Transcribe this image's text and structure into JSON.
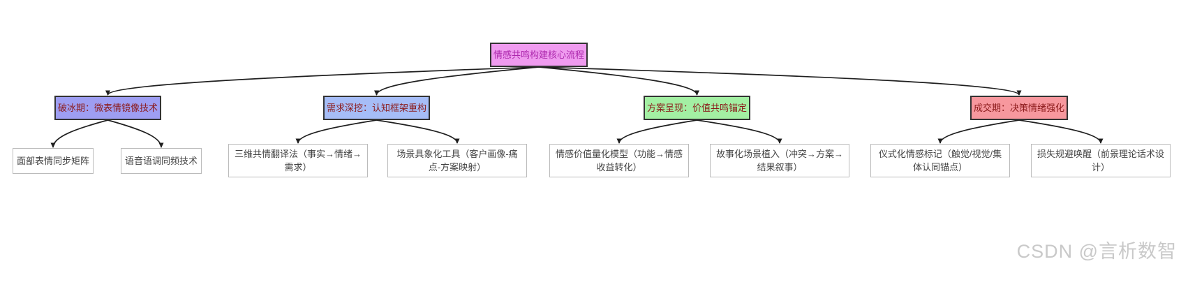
{
  "page": {
    "background": "#ffffff"
  },
  "edge_color": "#1f1f1f",
  "watermark": {
    "text": "CSDN @言析数智",
    "color": "#c9c9c9"
  },
  "tree": {
    "root": {
      "label": "情感共鸣构建核心流程",
      "bg": "#ef9bef",
      "border": "#333333",
      "text_color": "#ad28ad"
    },
    "phases": [
      {
        "label": "破冰期：微表情镜像技术",
        "bg": "#9e9ef2",
        "text_color": "#8b1a1a",
        "children": [
          {
            "label": "面部表情同步矩阵"
          },
          {
            "label": "语音语调同频技术"
          }
        ]
      },
      {
        "label": "需求深挖：认知框架重构",
        "bg": "#a6bdf7",
        "text_color": "#8b1a1a",
        "children": [
          {
            "label": "三维共情翻译法（事实→情绪→需求）"
          },
          {
            "label": "场景具象化工具（客户画像-痛点-方案映射）"
          }
        ]
      },
      {
        "label": "方案呈现：价值共鸣锚定",
        "bg": "#a3efa3",
        "text_color": "#8b1a1a",
        "children": [
          {
            "label": "情感价值量化模型（功能→情感收益转化）"
          },
          {
            "label": "故事化场景植入（冲突→方案→结果叙事）"
          }
        ]
      },
      {
        "label": "成交期：决策情绪强化",
        "bg": "#f7989e",
        "text_color": "#8b1a1a",
        "children": [
          {
            "label": "仪式化情感标记（触觉/视觉/集体认同锚点）"
          },
          {
            "label": "损失规避唤醒（前景理论话术设计）"
          }
        ]
      }
    ]
  }
}
